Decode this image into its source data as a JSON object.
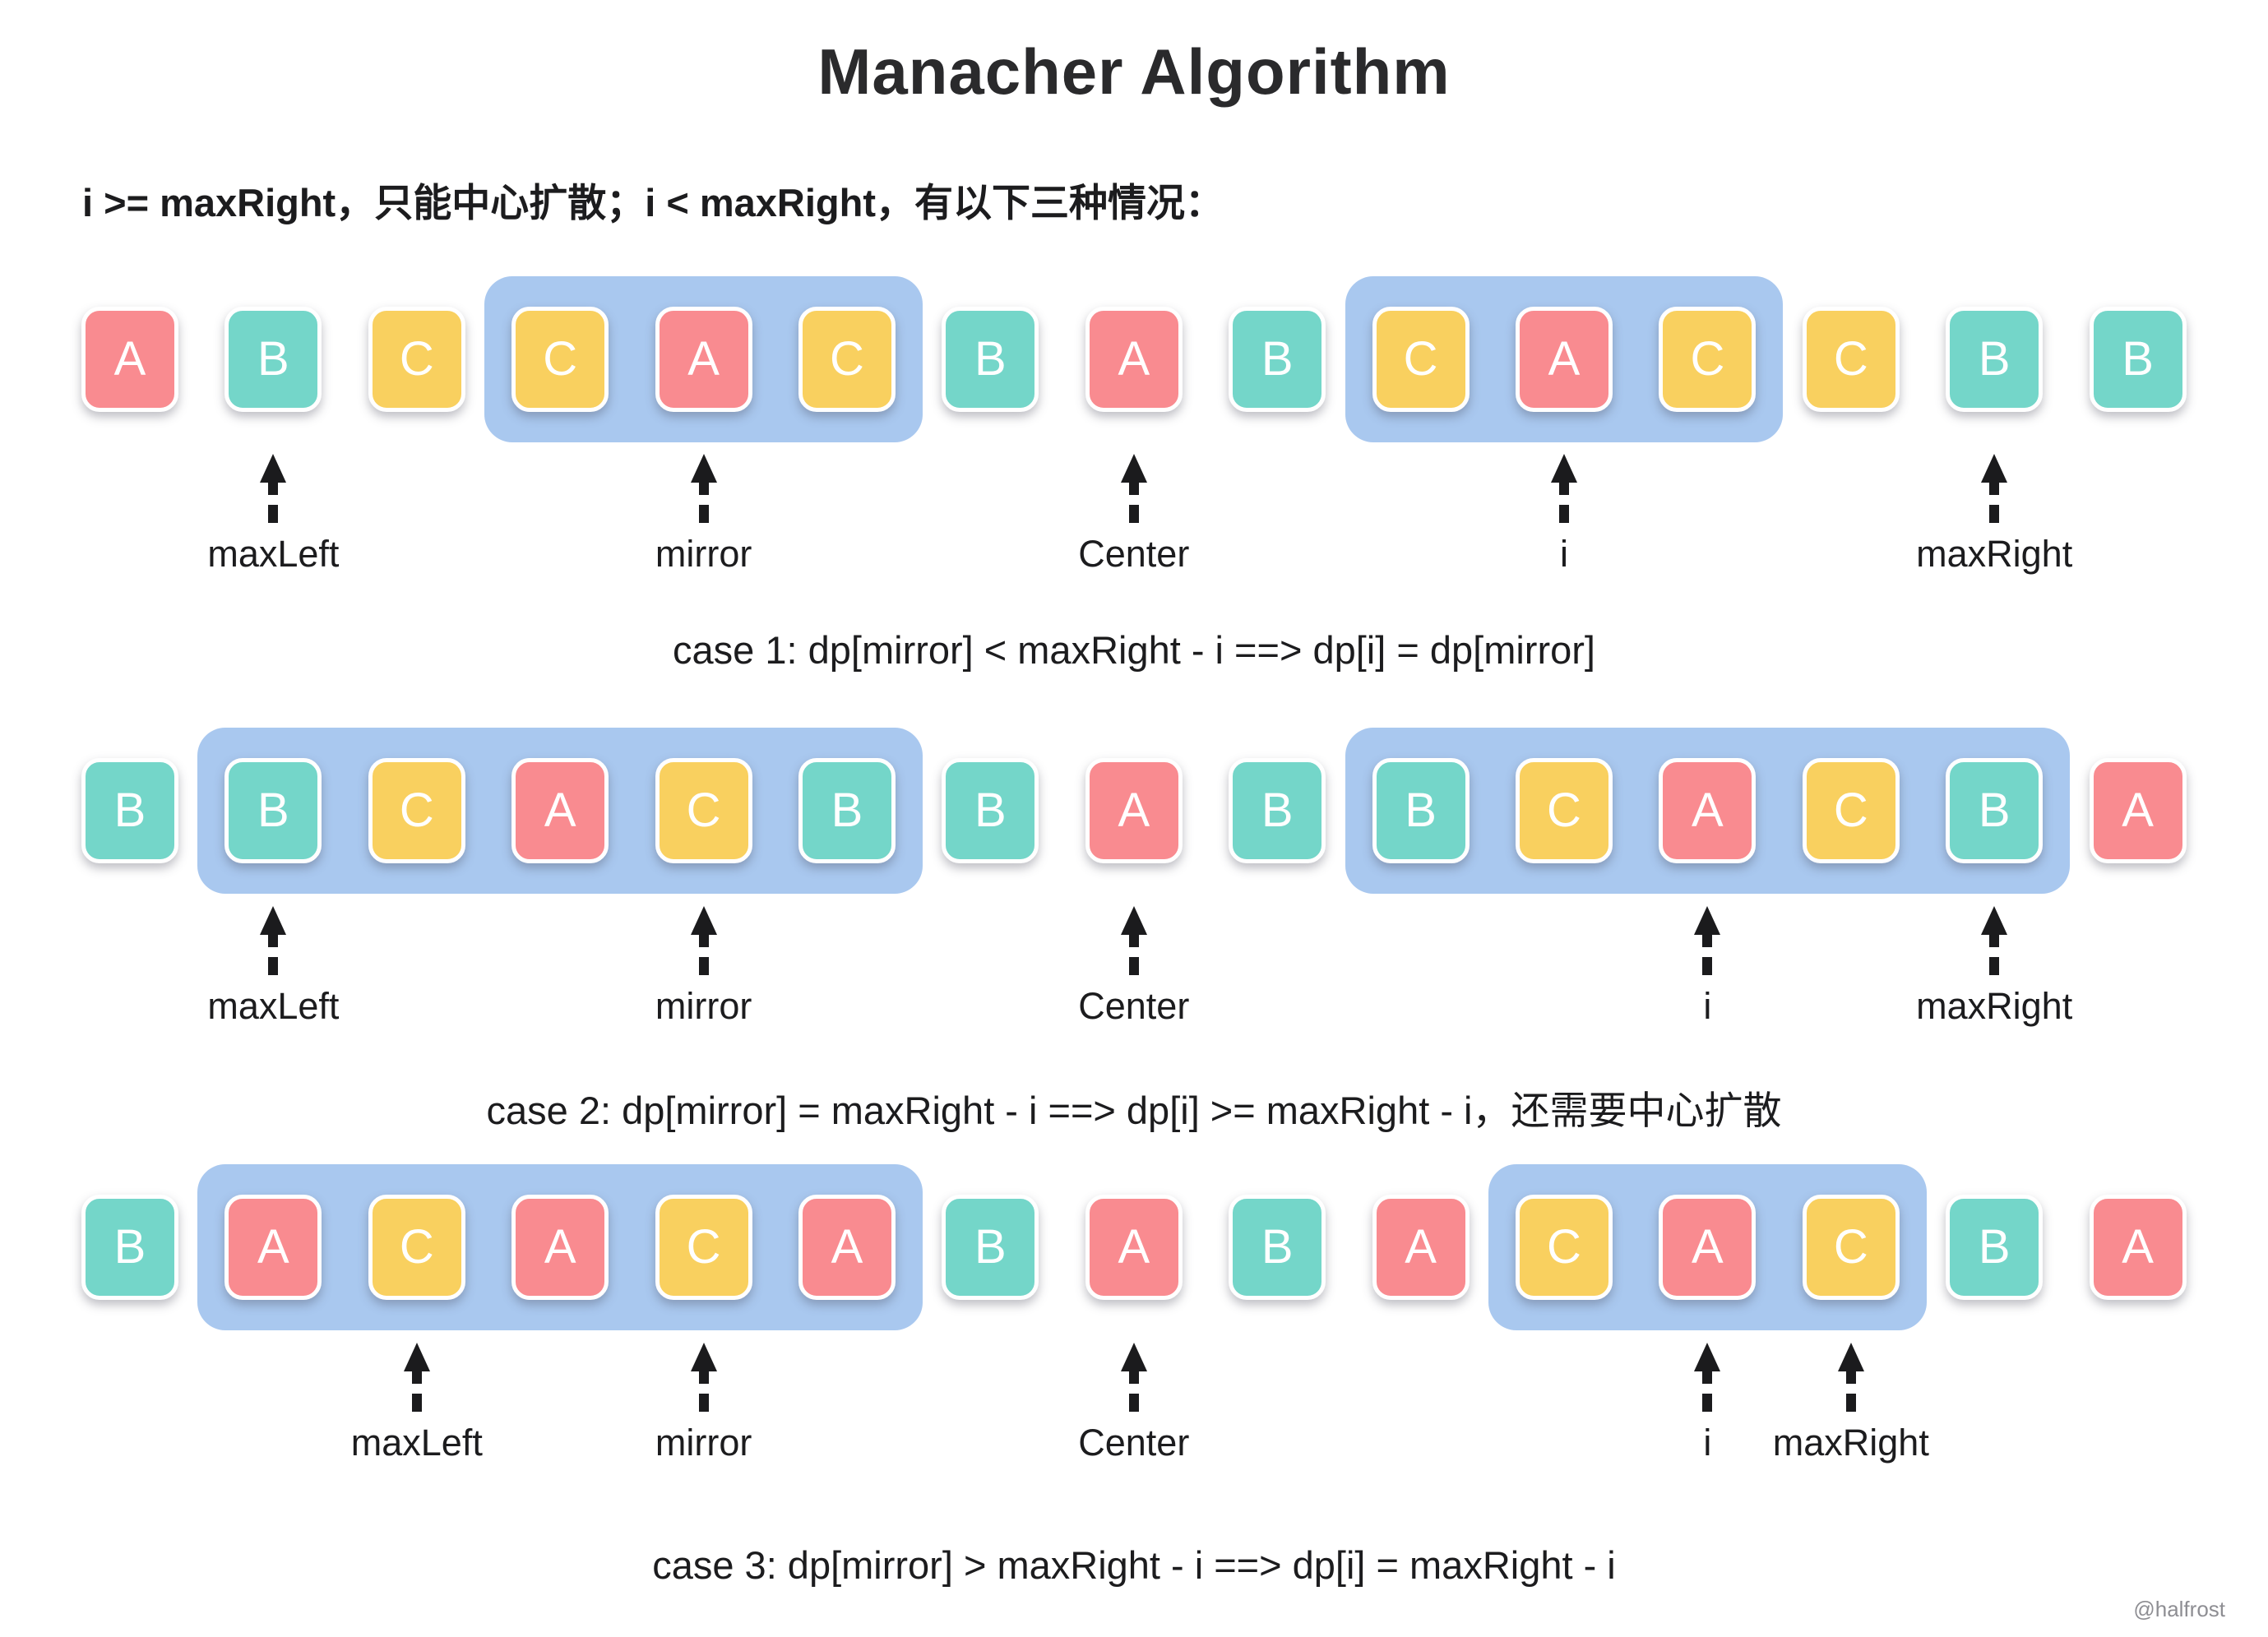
{
  "title": "Manacher Algorithm",
  "subtitle": "i >= maxRight，只能中心扩散；i < maxRight，有以下三种情况：",
  "watermark": "@halfrost",
  "colors": {
    "A": "#F98B90",
    "B": "#74D6C9",
    "C": "#F9D05F",
    "highlight_window": "#A9C8EF",
    "tile_letter": "#FFFFFF",
    "arrow": "#1b1b1d",
    "text": "#1c1c1e"
  },
  "rows": [
    {
      "name": "case-1-array",
      "tiles": [
        "A",
        "B",
        "C",
        "C",
        "A",
        "C",
        "B",
        "A",
        "B",
        "C",
        "A",
        "C",
        "C",
        "B",
        "B"
      ],
      "highlights": [
        {
          "start": 3,
          "end": 5
        },
        {
          "start": 9,
          "end": 11
        }
      ],
      "pointers": [
        {
          "index": 1,
          "label": "maxLeft"
        },
        {
          "index": 4,
          "label": "mirror"
        },
        {
          "index": 7,
          "label": "Center"
        },
        {
          "index": 10,
          "label": "i"
        },
        {
          "index": 13,
          "label": "maxRight"
        }
      ],
      "caption": "case 1:  dp[mirror] < maxRight - i  ==> dp[i] = dp[mirror]"
    },
    {
      "name": "case-2-array",
      "tiles": [
        "B",
        "B",
        "C",
        "A",
        "C",
        "B",
        "B",
        "A",
        "B",
        "B",
        "C",
        "A",
        "C",
        "B",
        "A"
      ],
      "highlights": [
        {
          "start": 1,
          "end": 5
        },
        {
          "start": 9,
          "end": 13
        }
      ],
      "pointers": [
        {
          "index": 1,
          "label": "maxLeft"
        },
        {
          "index": 4,
          "label": "mirror"
        },
        {
          "index": 7,
          "label": "Center"
        },
        {
          "index": 11,
          "label": "i"
        },
        {
          "index": 13,
          "label": "maxRight"
        }
      ],
      "caption": "case 2:  dp[mirror] = maxRight - i  ==> dp[i] >= maxRight - i，还需要中心扩散"
    },
    {
      "name": "case-3-array",
      "tiles": [
        "B",
        "A",
        "C",
        "A",
        "C",
        "A",
        "B",
        "A",
        "B",
        "A",
        "C",
        "A",
        "C",
        "B",
        "A"
      ],
      "highlights": [
        {
          "start": 1,
          "end": 5
        },
        {
          "start": 10,
          "end": 12
        }
      ],
      "pointers": [
        {
          "index": 2,
          "label": "maxLeft"
        },
        {
          "index": 4,
          "label": "mirror"
        },
        {
          "index": 7,
          "label": "Center"
        },
        {
          "index": 11,
          "label": "i"
        },
        {
          "index": 12,
          "label": "maxRight"
        }
      ],
      "caption": "case 3:  dp[mirror] > maxRight - i  ==> dp[i] = maxRight - i"
    }
  ]
}
